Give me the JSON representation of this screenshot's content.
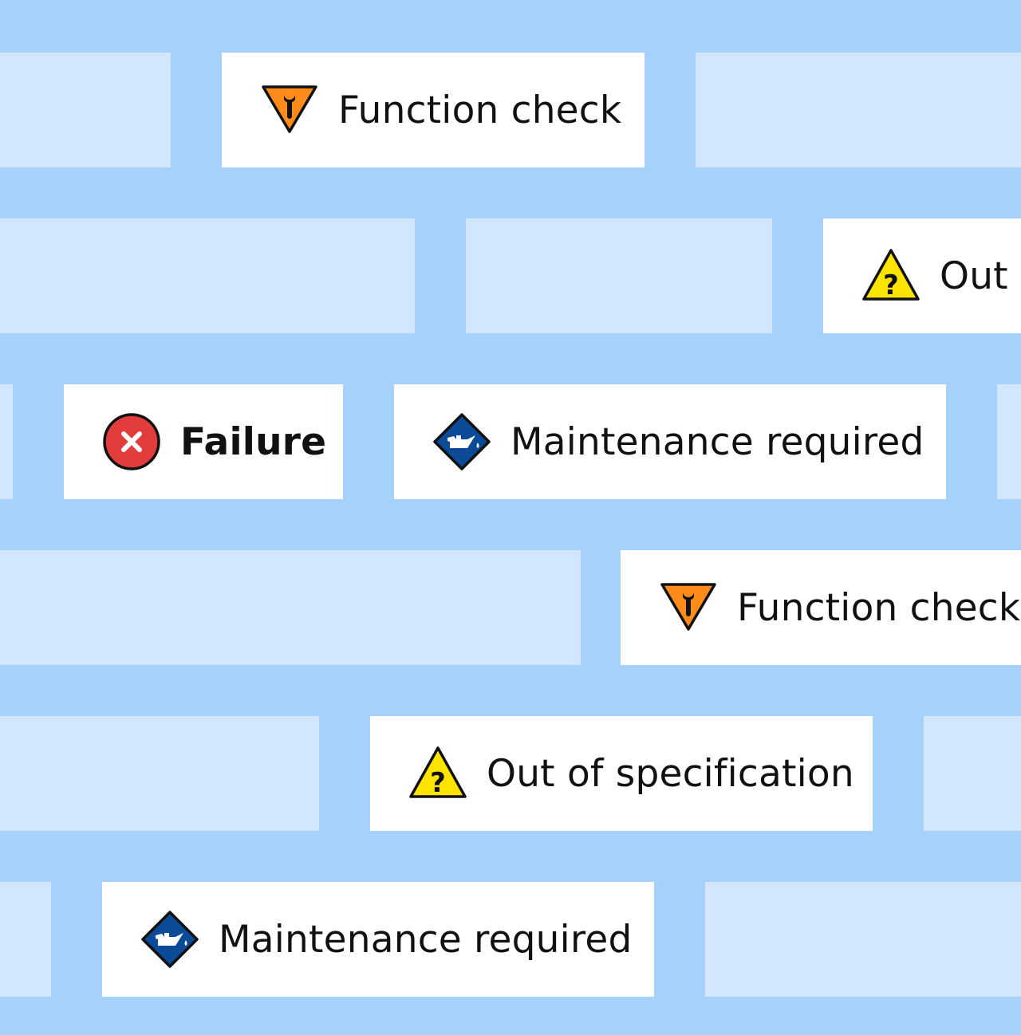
{
  "colors": {
    "background": "#a6d1fb",
    "tile": "#d2e7fe",
    "card": "#ffffff",
    "function_check": "#ff8c1a",
    "out_of_spec": "#fde400",
    "failure": "#e23c3c",
    "maintenance": "#0a4a97"
  },
  "cards": [
    {
      "label": "Function check",
      "icon": "function-check-icon"
    },
    {
      "label": "Out of specification",
      "icon": "out-of-specification-icon"
    },
    {
      "label": "Failure",
      "icon": "failure-icon"
    },
    {
      "label": "Maintenance required",
      "icon": "maintenance-required-icon"
    },
    {
      "label": "Function check",
      "icon": "function-check-icon"
    },
    {
      "label": "Out of specification",
      "icon": "out-of-specification-icon"
    },
    {
      "label": "Maintenance required",
      "icon": "maintenance-required-icon"
    }
  ]
}
